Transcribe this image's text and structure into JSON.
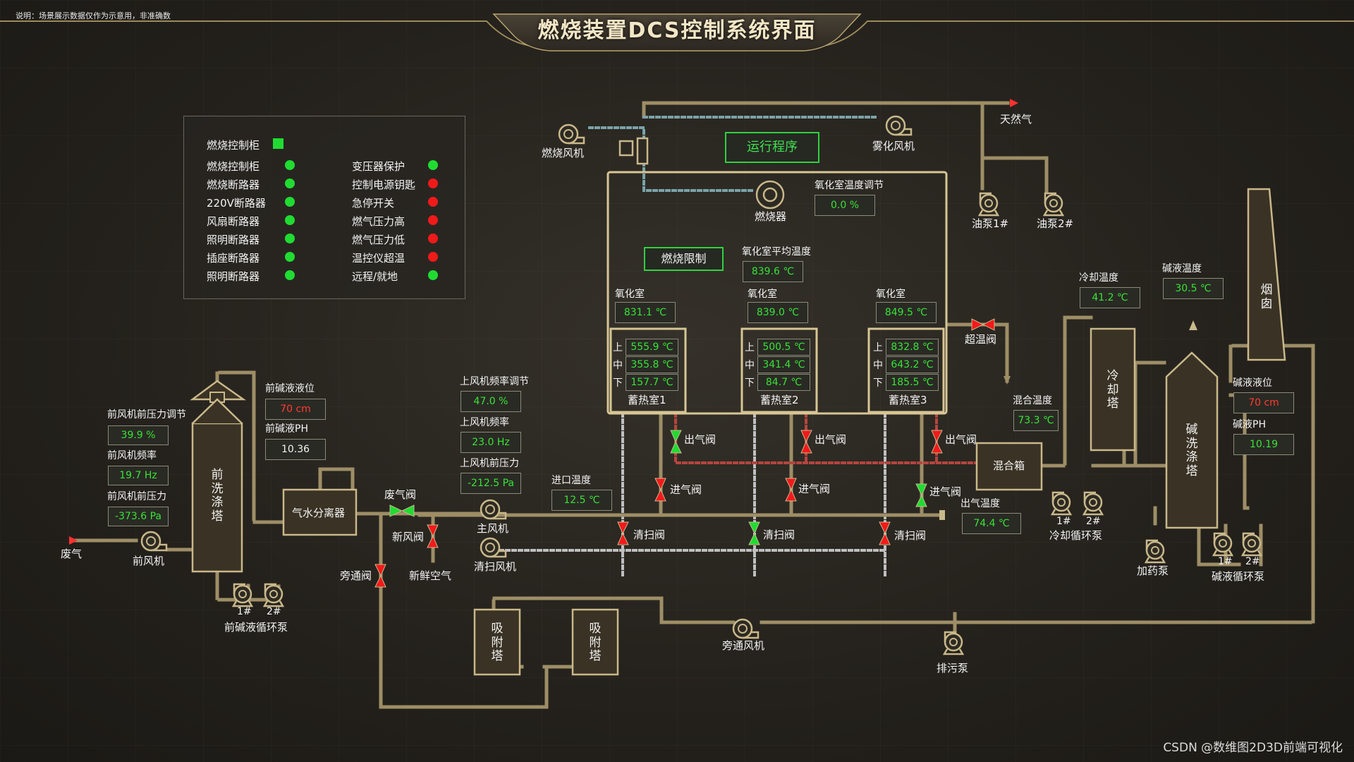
{
  "header": {
    "title": "燃烧装置DCS控制系统界面",
    "note": "说明：场景展示数据仅作为示意用，非准确数"
  },
  "watermark": "CSDN @数维图2D3D前端可视化",
  "status_panel": {
    "title": "燃烧控制柜",
    "left": [
      {
        "label": "燃烧控制柜",
        "state": "green"
      },
      {
        "label": "燃烧断路器",
        "state": "green"
      },
      {
        "label": "220V断路器",
        "state": "green"
      },
      {
        "label": "风扇断路器",
        "state": "green"
      },
      {
        "label": "照明断路器",
        "state": "green"
      },
      {
        "label": "插座断路器",
        "state": "green"
      },
      {
        "label": "照明断路器",
        "state": "green"
      }
    ],
    "right": [
      {
        "label": "变压器保护",
        "state": "green"
      },
      {
        "label": "控制电源钥匙",
        "state": "red"
      },
      {
        "label": "急停开关",
        "state": "red"
      },
      {
        "label": "燃气压力高",
        "state": "red"
      },
      {
        "label": "燃气压力低",
        "state": "red"
      },
      {
        "label": "温控仪超温",
        "state": "red"
      },
      {
        "label": "远程/就地",
        "state": "green"
      }
    ]
  },
  "colors": {
    "ok": "#20dc32",
    "alarm": "#f11a1a",
    "value": "#37e337",
    "pipe": "#a4946a"
  },
  "labels": {
    "burner_fan": "燃烧风机",
    "atomizing_fan": "雾化风机",
    "natural_gas": "天然气",
    "oil_pump1": "油泵1#",
    "oil_pump2": "油泵2#",
    "run_program": "运行程序",
    "burner": "燃烧器",
    "ox_temp_adj": "氧化室温度调节",
    "burn_limit": "燃烧限制",
    "ox_avg_temp": "氧化室平均温度",
    "ox_room": "氧化室",
    "regen1": "蓄热室1",
    "regen2": "蓄热室2",
    "regen3": "蓄热室3",
    "upper": "上",
    "middle": "中",
    "lower": "下",
    "outlet_valve": "出气阀",
    "inlet_valve": "进气阀",
    "purge_valve": "清扫阀",
    "overtemp_valve": "超温阀",
    "mix_temp": "混合温度",
    "mix_box": "混合箱",
    "outlet_temp": "出气温度",
    "cool_temp": "冷却温度",
    "cooling_tower": "冷却塔",
    "cool_pump": "冷却循环泵",
    "caustic_temp": "碱液温度",
    "chimney": "烟囱",
    "caustic_level": "碱液液位",
    "caustic_ph": "碱液PH",
    "scrubber": "碱洗涤塔",
    "dosing_pump": "加药泵",
    "caustic_pump": "碱液循环泵",
    "drain_pump": "排污泵",
    "bypass_fan": "旁通风机",
    "adsorb": "吸附塔",
    "waste_gas": "废气",
    "front_fan": "前风机",
    "pre_scrubber": "前洗涤塔",
    "pre_caustic_pump": "前碱液循环泵",
    "front_fan_p_adj": "前风机前压力调节",
    "front_fan_freq": "前风机频率",
    "front_fan_p": "前风机前压力",
    "pre_level": "前碱液液位",
    "pre_ph": "前碱液PH",
    "separator": "气水分离器",
    "waste_valve": "废气阀",
    "fresh_valve": "新风阀",
    "fresh_air": "新鲜空气",
    "bypass_valve": "旁通阀",
    "main_fan": "主风机",
    "purge_fan": "清扫风机",
    "upper_fan_adj": "上风机频率调节",
    "upper_fan_freq": "上风机频率",
    "upper_fan_p": "上风机前压力",
    "inlet_temp": "进口温度",
    "p1": "1#",
    "p2": "2#"
  },
  "values": {
    "ox_temp_adj": "0.0 %",
    "ox_avg_temp": "839.6 ℃",
    "ox1": "831.1 ℃",
    "ox2": "839.0 ℃",
    "ox3": "849.5 ℃",
    "r1_up": "555.9 ℃",
    "r1_mid": "355.8 ℃",
    "r1_low": "157.7 ℃",
    "r2_up": "500.5 ℃",
    "r2_mid": "341.4 ℃",
    "r2_low": "84.7 ℃",
    "r3_up": "832.8 ℃",
    "r3_mid": "643.2 ℃",
    "r3_low": "185.5 ℃",
    "mix_temp": "73.3 ℃",
    "outlet_temp": "74.4 ℃",
    "cool_temp": "41.2 ℃",
    "caustic_temp": "30.5 ℃",
    "caustic_level": "70 cm",
    "caustic_ph": "10.19",
    "front_fan_p_adj": "39.9 %",
    "front_fan_freq": "19.7 Hz",
    "front_fan_p": "-373.6 Pa",
    "pre_level": "70 cm",
    "pre_ph": "10.36",
    "upper_fan_adj": "47.0 %",
    "upper_fan_freq": "23.0 Hz",
    "upper_fan_p": "-212.5 Pa",
    "inlet_temp": "12.5 ℃"
  }
}
